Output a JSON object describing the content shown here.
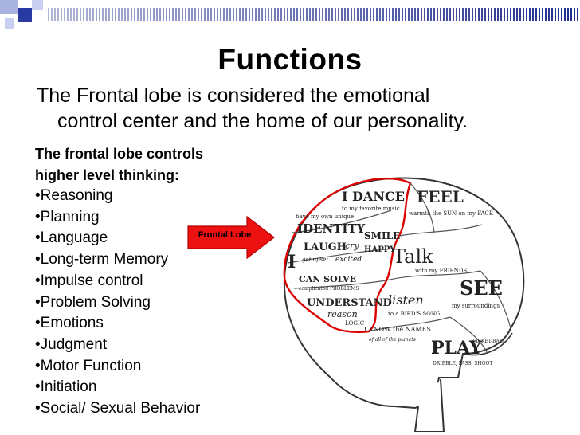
{
  "slide": {
    "title": "Functions",
    "intro_line1": "The Frontal lobe is considered the emotional",
    "intro_line2": "control center and the home of our personality.",
    "controls_line1": "The frontal lobe controls",
    "controls_line2": "higher level thinking:",
    "functions": [
      "Reasoning",
      "Planning",
      "Language",
      "Long-term Memory",
      "Impulse control",
      "Problem Solving",
      "Emotions",
      "Judgment",
      "Motor Function",
      "Initiation",
      "Social/ Sexual Behavior"
    ]
  },
  "arrow": {
    "label": "Frontal Lobe",
    "color": "#ee1111"
  },
  "brain_words": {
    "i_dance": "I DANCE",
    "to_my_favorite_music": "to my favorite music",
    "have_my_own_unique": "have my own unique",
    "identity": "IDENTITY",
    "laugh": "LAUGH",
    "cry": "cry",
    "smile": "SMILE",
    "happy": "HAPPY",
    "get_upset": "get upset",
    "excited": "excited",
    "i": "I",
    "can_solve": "CAN SOLVE",
    "complicated_problems": "complicated PROBLEMS",
    "understand": "UNDERSTAND",
    "reason": "reason",
    "logic": "LOGIC",
    "feel": "FEEL",
    "warmth_sun": "warmth the SUN on my FACE",
    "talk": "Talk",
    "with_my_friends": "with my FRIENDS",
    "listen": "listen",
    "to_a_birds_song": "to a BIRD'S SONG",
    "see": "SEE",
    "my_surroundings": "my surroundings",
    "know_the_names": "I KNOW the NAMES",
    "of_all_planets": "of all of the planets",
    "play": "PLAY",
    "basketball": "BASKET-BALL",
    "dribble_pass_shoot": "DRIBBLE, PASS, SHOOT"
  }
}
